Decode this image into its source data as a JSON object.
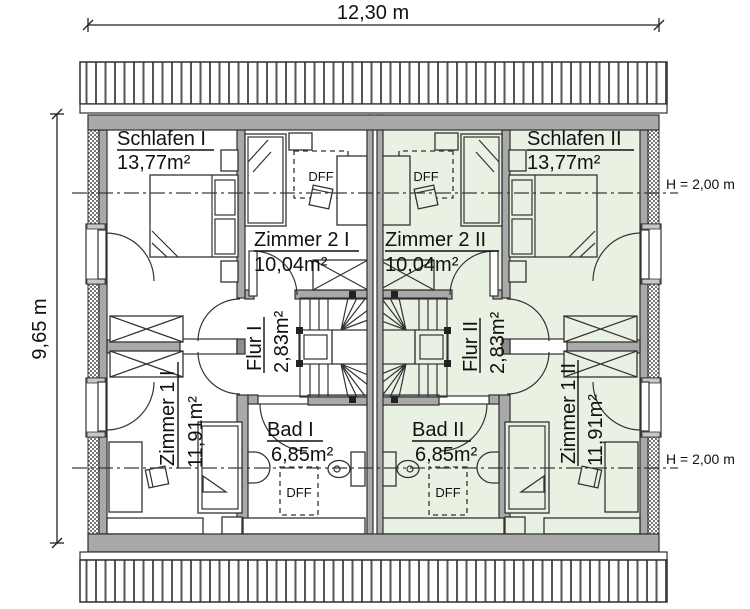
{
  "plan": {
    "type": "attic floor plan, two mirrored semi-detached units",
    "dimensions": {
      "width": "12,30 m",
      "depth": "9,65 m"
    },
    "section_height_label": "H = 2,00 m",
    "skylight_label": "DFF",
    "rooms": {
      "schlafen_1": {
        "name": "Schlafen I",
        "area": "13,77m²"
      },
      "zimmer2_1": {
        "name": "Zimmer 2 I",
        "area": "10,04m²"
      },
      "flur_1": {
        "name": "Flur I",
        "area": "2,83m²"
      },
      "bad_1": {
        "name": "Bad I",
        "area": "6,85m²"
      },
      "zimmer1_1": {
        "name": "Zimmer 1 I",
        "area": "11,91m²"
      },
      "schlafen_2": {
        "name": "Schlafen II",
        "area": "13,77m²"
      },
      "zimmer2_2": {
        "name": "Zimmer 2 II",
        "area": "10,04m²"
      },
      "flur_2": {
        "name": "Flur II",
        "area": "2,83m²"
      },
      "bad_2": {
        "name": "Bad II",
        "area": "6,85m²"
      },
      "zimmer1_2": {
        "name": "Zimmer 1 II",
        "area": "11,91m²"
      }
    },
    "symbols": [
      "double-bed",
      "single-bed",
      "nightstand",
      "desk",
      "chair",
      "wardrobe",
      "winder-stairs",
      "toilet",
      "sink",
      "roof-window",
      "door-swing"
    ],
    "colors": {
      "wall_fill": "#a9a9a9",
      "unit2_tint": "#e9f1e3",
      "line": "#2f2f2f",
      "background": "#ffffff"
    }
  }
}
